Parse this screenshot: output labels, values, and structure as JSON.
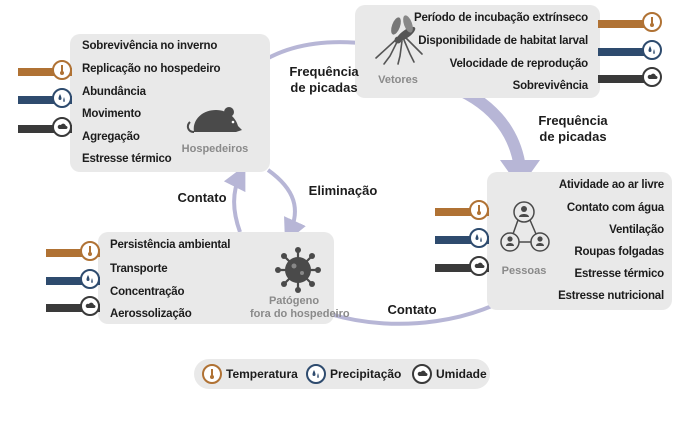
{
  "colors": {
    "temperature": "#b07234",
    "precipitation": "#2e4b6e",
    "humidity": "#3a3a3a",
    "arrow": "#b7b6d6",
    "box": "#e9e9e9"
  },
  "vectors": {
    "label": "Vetores",
    "icon": "mosquito-icon",
    "items": [
      "Período de incubação extrínseco",
      "Disponibilidade de habitat larval",
      "Velocidade de reprodução",
      "Sobrevivência"
    ]
  },
  "hosts": {
    "label": "Hospedeiros",
    "icon": "rat-icon",
    "items": [
      "Sobrevivência no inverno",
      "Replicação no hospedeiro",
      "Abundância",
      "Movimento",
      "Agregação",
      "Estresse térmico"
    ]
  },
  "people": {
    "label": "Pessoas",
    "icon": "people-network-icon",
    "items": [
      "Atividade ao ar livre",
      "Contato com água",
      "Ventilação",
      "Roupas folgadas",
      "Estresse térmico",
      "Estresse nutricional"
    ]
  },
  "pathogen": {
    "label_line1": "Patógeno",
    "label_line2": "fora do hospedeiro",
    "icon": "virus-icon",
    "items": [
      "Persistência ambiental",
      "Transporte",
      "Concentração",
      "Aerossolização"
    ]
  },
  "flows": {
    "bite_to_hosts_line1": "Frequência",
    "bite_to_hosts_line2": "de picadas",
    "bite_to_people_line1": "Frequência",
    "bite_to_people_line2": "de picadas",
    "contact_hosts": "Contato",
    "elimination": "Eliminação",
    "contact_people": "Contato"
  },
  "legend": {
    "temperature": "Temperatura",
    "precipitation": "Precipitação",
    "humidity": "Umidade"
  }
}
